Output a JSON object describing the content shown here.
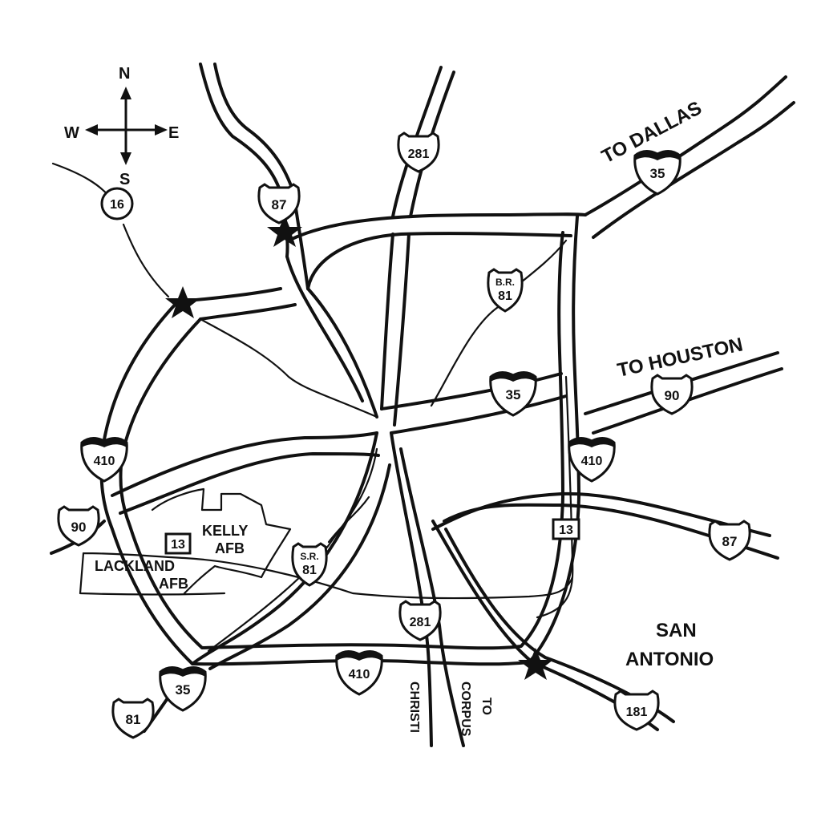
{
  "compass": {
    "n": "N",
    "s": "S",
    "e": "E",
    "w": "W"
  },
  "places": {
    "city_line1": "SAN",
    "city_line2": "ANTONIO",
    "to_dallas": "TO DALLAS",
    "to_houston": "TO HOUSTON",
    "to": "TO",
    "corpus": "CORPUS",
    "christi": "CHRISTI",
    "kelly_line1": "KELLY",
    "kelly_line2": "AFB",
    "lackland_line1": "LACKLAND",
    "lackland_line2": "AFB"
  },
  "shields": {
    "i35_ne": "35",
    "i35_center": "35",
    "i35_sw": "35",
    "i410_w": "410",
    "i410_e": "410",
    "i410_s": "410",
    "us281_n": "281",
    "us281_s": "281",
    "us87_n": "87",
    "us87_e": "87",
    "us90_e": "90",
    "us90_w": "90",
    "us81_sw": "81",
    "us181": "181",
    "sh16": "16",
    "loop13_w": "13",
    "loop13_e": "13",
    "br81_line1": "B.R.",
    "br81_line2": "81",
    "sr81_line1": "S.R.",
    "sr81_line2": "81"
  },
  "icons": [
    "star-marker-icon",
    "compass-rose-icon"
  ]
}
